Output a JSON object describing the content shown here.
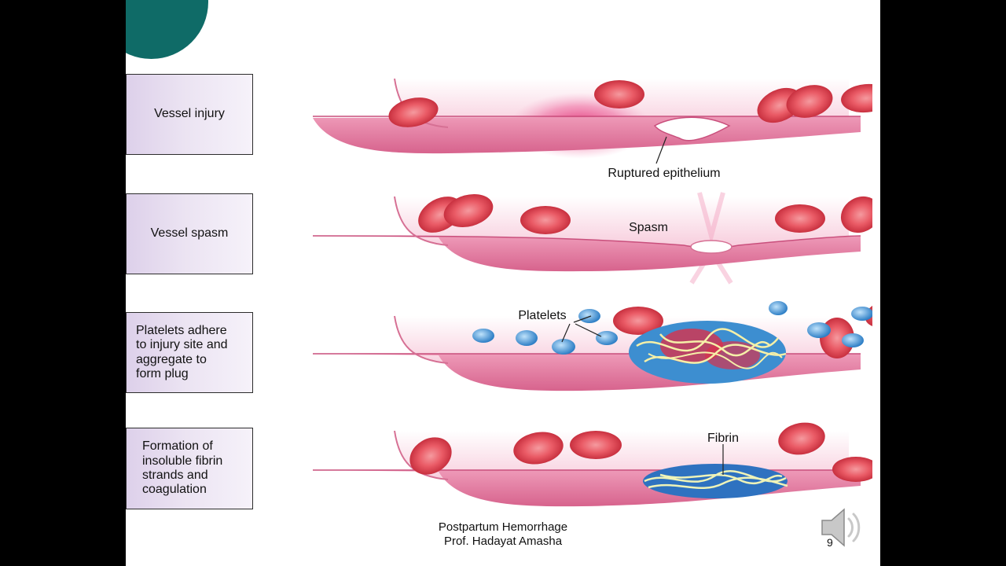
{
  "stages": [
    {
      "label": "Vessel injury",
      "annotation": "Ruptured epithelium"
    },
    {
      "label": "Vessel spasm",
      "annotation": "Spasm"
    },
    {
      "label": "Platelets adhere\nto injury site and\naggregate to\nform plug",
      "annotation": "Platelets"
    },
    {
      "label": "Formation of\ninsoluble fibrin\nstrands and\ncoagulation",
      "annotation": "Fibrin"
    }
  ],
  "footer": {
    "line1": "Postpartum Hemorrhage",
    "line2": "Prof. Hadayat Amasha"
  },
  "page_number": "9",
  "icons": {
    "audio": "speaker-icon"
  },
  "colors": {
    "accent": "#0f6b67",
    "vessel": "#e07da0",
    "rbc": "#e04a55",
    "platelet": "#3a8fd0"
  }
}
